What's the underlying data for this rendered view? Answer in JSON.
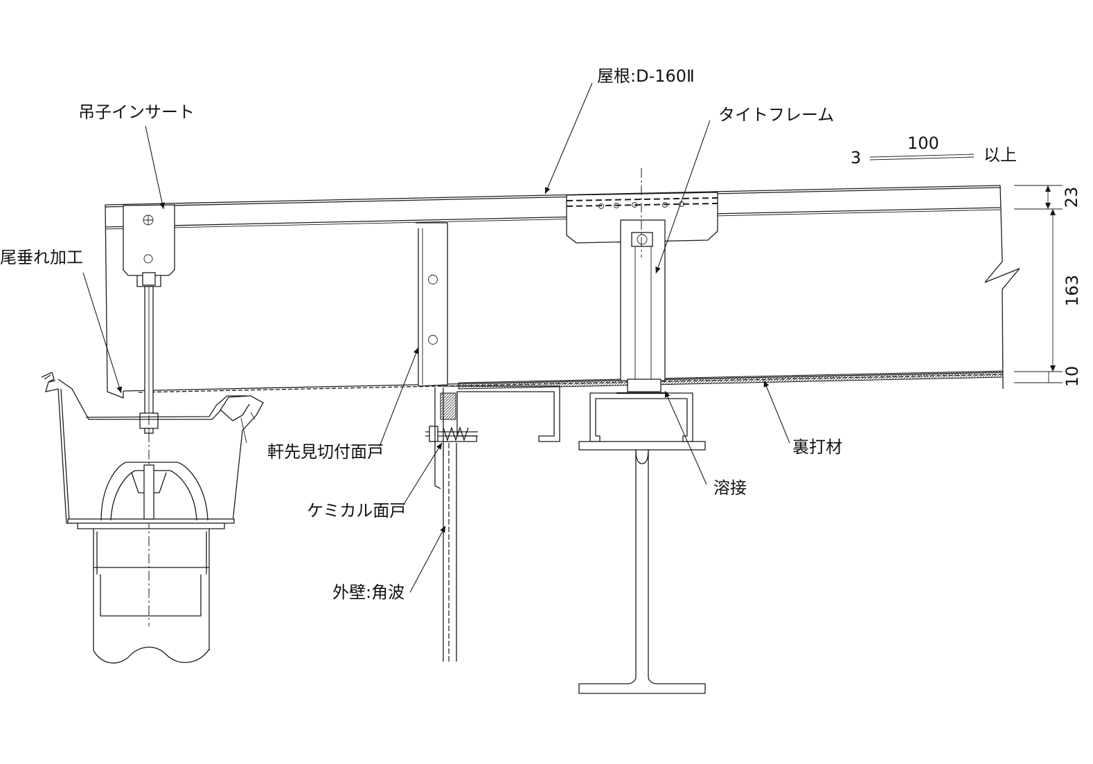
{
  "labels": {
    "roof": "屋根:D-160Ⅱ",
    "tight_frame": "タイトフレーム",
    "hanger_insert": "吊子インサート",
    "eave_drip": "尾垂れ加工",
    "eave_closure": "軒先見切付面戸",
    "chemical_closure": "ケミカル面戸",
    "outer_wall": "外壁:角波",
    "backing": "裏打材",
    "weld": "溶接"
  },
  "dimensions": {
    "thickness_left": "3",
    "length": "100",
    "length_suffix": "以上",
    "d1": "23",
    "d2": "163",
    "d3": "10"
  }
}
